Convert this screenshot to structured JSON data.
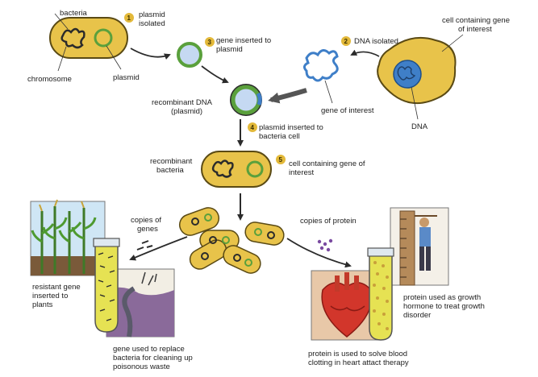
{
  "steps": [
    {
      "number": "1",
      "text": [
        "plasmid",
        "isolated"
      ]
    },
    {
      "number": "2",
      "text": [
        "DNA isolated"
      ]
    },
    {
      "number": "3",
      "text": [
        "gene inserted to",
        "plasmid"
      ]
    },
    {
      "number": "4",
      "text": [
        "plasmid inserted to",
        "bacteria cell"
      ]
    },
    {
      "number": "5",
      "text": [
        "cell containing gene of",
        "interest"
      ]
    }
  ],
  "labels": {
    "bacteria": "bacteria",
    "chromosome": "chromosome",
    "plasmid": "plasmid",
    "cell_gene": [
      "cell containing gene",
      "of interest"
    ],
    "gene_of_interest": "gene of interest",
    "dna": "DNA",
    "recombinant_dna": [
      "recombinant DNA",
      "(plasmid)"
    ],
    "recombinant_bacteria": [
      "recombinant",
      "bacteria"
    ],
    "copies_genes": [
      "copies of",
      "genes"
    ],
    "copies_protein": "copies of protein",
    "resistant_gene": [
      "resistant gene",
      "inserted to",
      "plants"
    ],
    "waste": [
      "gene used to replace",
      "bacteria for cleaning up",
      "poisonous waste"
    ],
    "blood": [
      "protein is used to solve blood",
      "clotting in heart attact therapy"
    ],
    "growth": [
      "protein used as growth",
      "hormone to treat growth",
      "disorder"
    ]
  },
  "colors": {
    "cell_fill": "#e8c34a",
    "cell_stroke": "#5a4a14",
    "plasmid_green": "#5aa03c",
    "dna_blue": "#3f7fc8",
    "badge": "#e3b93a",
    "tube_liquid": "#e6e253",
    "heart": "#d2362b"
  }
}
